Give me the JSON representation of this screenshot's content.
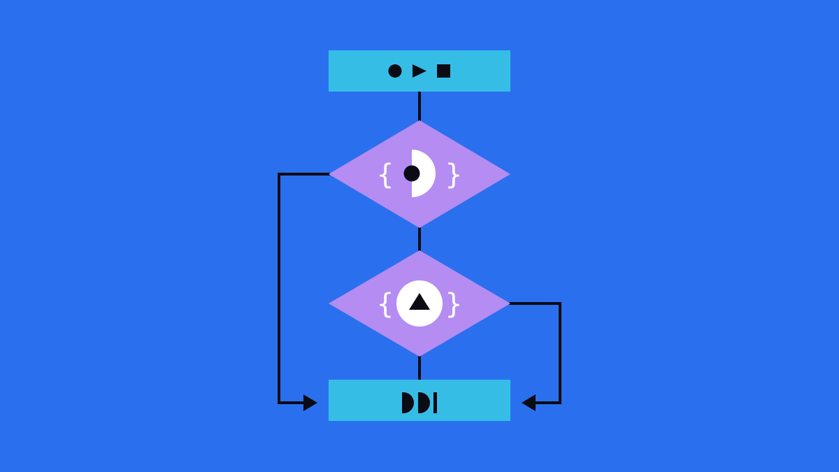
{
  "diagram": {
    "type": "flowchart",
    "colors": {
      "background": "#2a70ee",
      "process_box": "#35bde6",
      "decision_diamond": "#b48cf2",
      "connector": "#0b0b14",
      "glyph_dark": "#0b0b14",
      "glyph_light": "#ffffff"
    },
    "nodes": [
      {
        "id": "start",
        "kind": "process",
        "icons": [
          "circle-icon",
          "play-icon",
          "stop-icon"
        ]
      },
      {
        "id": "decision-1",
        "kind": "decision",
        "icons": [
          "left-brace-icon",
          "half-disc-dot-icon",
          "right-brace-icon"
        ]
      },
      {
        "id": "decision-2",
        "kind": "decision",
        "icons": [
          "left-brace-icon",
          "circle-triangle-icon",
          "right-brace-icon"
        ]
      },
      {
        "id": "end",
        "kind": "process",
        "icons": [
          "half-disc-icon",
          "half-disc-icon",
          "bar-icon"
        ]
      }
    ],
    "edges": [
      {
        "from": "start",
        "to": "decision-1"
      },
      {
        "from": "decision-1",
        "to": "decision-2"
      },
      {
        "from": "decision-2",
        "to": "end"
      },
      {
        "from": "decision-1",
        "to": "end",
        "route": "left-loop"
      },
      {
        "from": "decision-2",
        "to": "end",
        "route": "right-loop"
      }
    ]
  }
}
